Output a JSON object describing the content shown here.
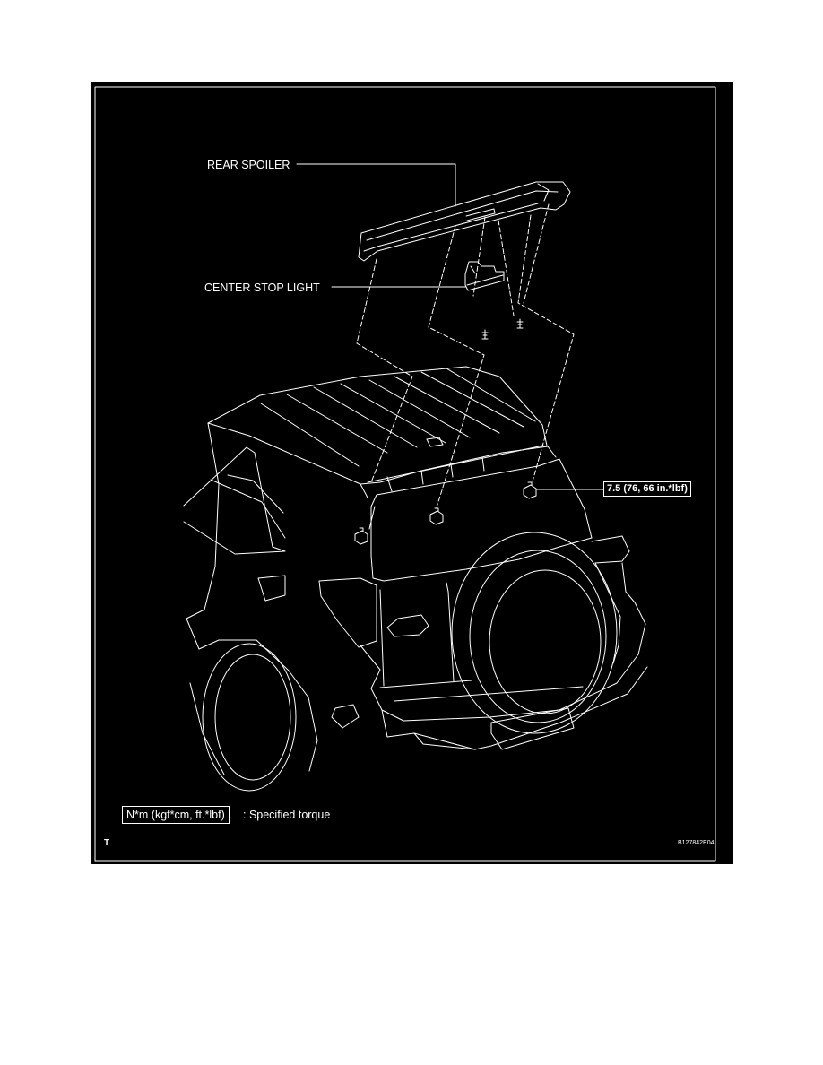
{
  "labels": {
    "rear_spoiler": "REAR SPOILER",
    "center_stop_light": "CENTER STOP LIGHT",
    "torque_value": "7.5 (76, 66 in.*lbf)"
  },
  "legend": {
    "unit_box": "N*m (kgf*cm, ft.*lbf)",
    "unit_text": ": Specified torque"
  },
  "footer": {
    "corner_letter": "T",
    "figure_code": "B127842E04"
  }
}
